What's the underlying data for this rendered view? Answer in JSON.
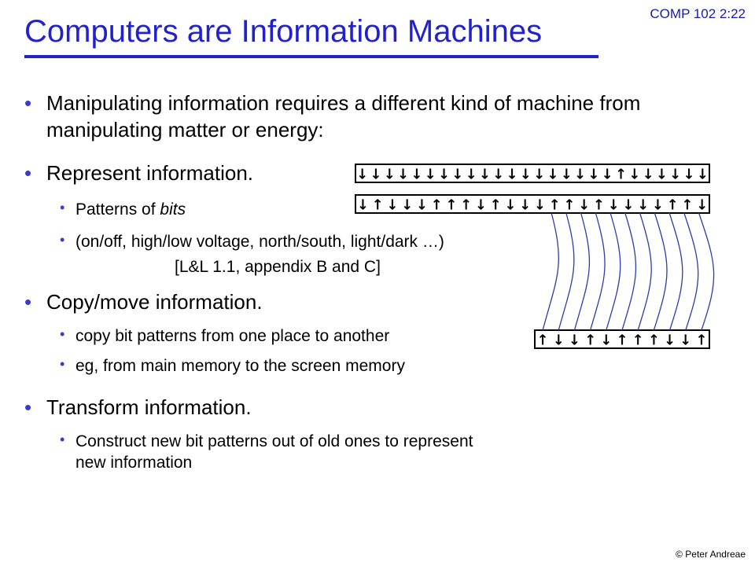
{
  "header": {
    "course": "COMP 102  2:22",
    "title": "Computers are Information Machines"
  },
  "bullets": {
    "intro": "Manipulating information requires a different kind of machine from manipulating matter or energy:",
    "represent": "Represent information.",
    "represent_sub1_prefix": "Patterns of ",
    "represent_sub1_em": "bits",
    "represent_sub2": "(on/off, high/low voltage, north/south, light/dark …)",
    "reference": "[L&L 1.1, appendix B and C]",
    "copy": "Copy/move information.",
    "copy_sub1": "copy bit patterns from one place to another",
    "copy_sub2": "eg, from main memory to the screen memory",
    "transform": "Transform information.",
    "transform_sub1": "Construct new bit patterns out of old ones to represent new information"
  },
  "footer": {
    "credit": "© Peter Andreae"
  },
  "bit_patterns": {
    "row1": "DDDDDDDDDDDDDDDDDDDUDDDDDD",
    "row2": "DUDDDUUUDUDDDUUDUDDDDUUD",
    "row3": "UDDUDUUUDDU",
    "bullet_glyph": "•",
    "up_arrow": "🡅",
    "down_arrow": "🡇"
  },
  "colors": {
    "title": "#2222cc",
    "bullet": "#3a3ad0",
    "lines": "#2a3cb0"
  }
}
